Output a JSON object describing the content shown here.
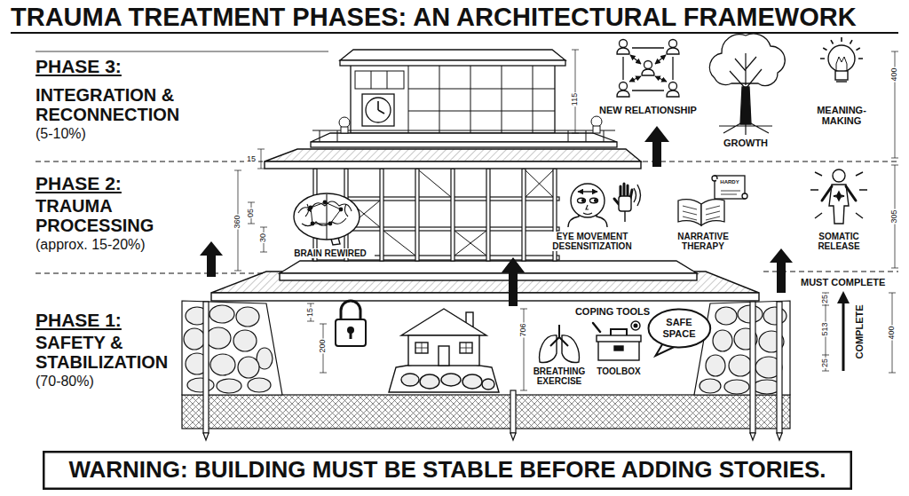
{
  "diagram": {
    "title": "TRAUMA TREATMENT PHASES: AN ARCHITECTURAL FRAMEWORK",
    "nodes": [
      {
        "text": [
          "SAFE SPACE"
        ]
      },
      {
        "text": [
          "WARNING: BUILDING MUST BE STABLE BEFORE ADDING STORIES."
        ]
      }
    ],
    "labels": [
      "PHASE 3:",
      "INTEGRATION & RECONNECTION",
      "(5-10%)",
      "NEW RELATIONSHIP",
      "GROWTH",
      "MEANING-MAKING",
      "400",
      "115",
      "15",
      "PHASE 2:",
      "TRAUMA PROCESSING",
      "(approx. 15-20%)",
      "360",
      "05",
      "30",
      "BRAIN REWIRED",
      "EYE MOVEMENT DESENSITIZATION",
      "HARDY",
      "NARRATIVE THERAPY",
      "SOMATIC RELEASE",
      "305",
      "MUST COMPLETE",
      "PHASE 1:",
      "SAFETY & STABILIZATION",
      "(70-80%)",
      "15",
      "200",
      "706",
      "COPING TOOLS",
      "BREATHING EXERCISE",
      "TOOLBOX",
      "25",
      "513",
      "25",
      "400",
      "COMPLETE"
    ]
  }
}
